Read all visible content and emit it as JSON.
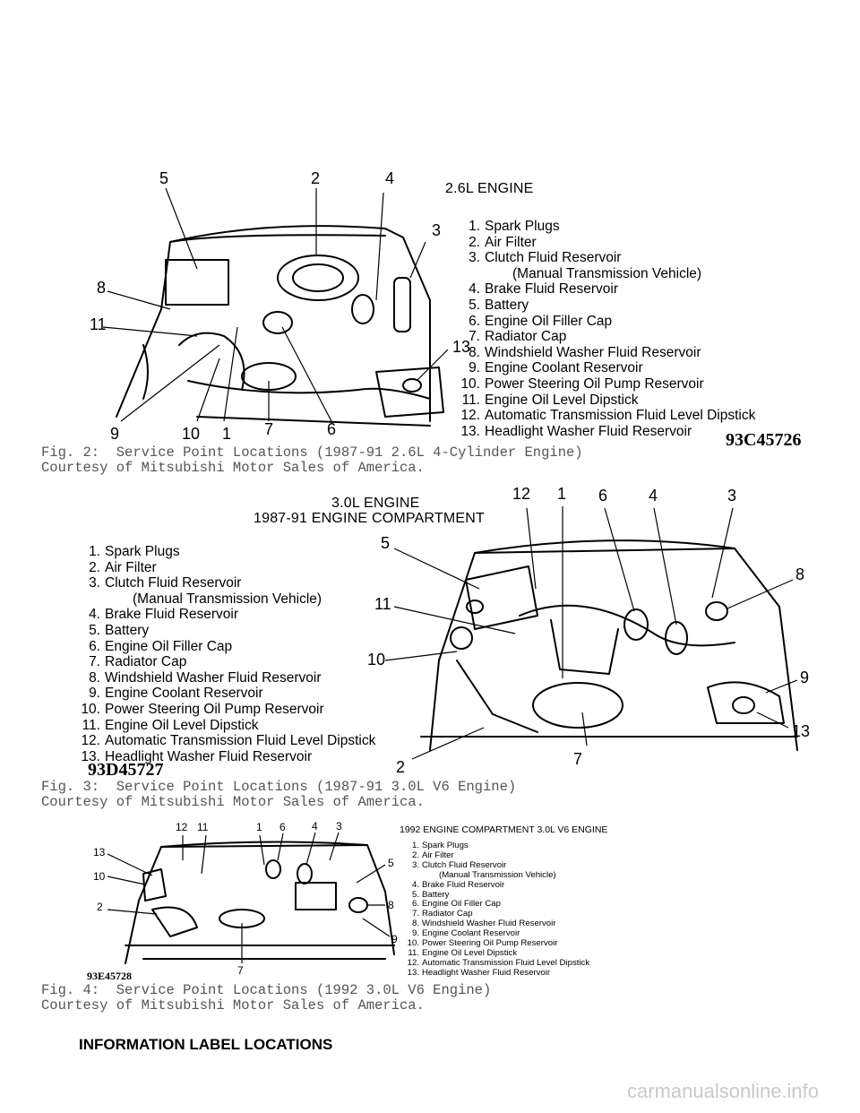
{
  "figures": [
    {
      "engine_title": "2.6L ENGINE",
      "callouts": [
        "5",
        "2",
        "4",
        "3",
        "8",
        "11",
        "13",
        "9",
        "10",
        "1",
        "7",
        "6"
      ],
      "legend": [
        {
          "num": "1.",
          "text": "Spark Plugs"
        },
        {
          "num": "2.",
          "text": "Air Filter"
        },
        {
          "num": "3.",
          "text": "Clutch Fluid Reservoir"
        },
        {
          "num": "",
          "text": "(Manual Transmission Vehicle)"
        },
        {
          "num": "4.",
          "text": "Brake Fluid Reservoir"
        },
        {
          "num": "5.",
          "text": "Battery"
        },
        {
          "num": "6.",
          "text": "Engine Oil Filler Cap"
        },
        {
          "num": "7.",
          "text": "Radiator Cap"
        },
        {
          "num": "8.",
          "text": "Windshield Washer Fluid Reservoir"
        },
        {
          "num": "9.",
          "text": "Engine Coolant Reservoir"
        },
        {
          "num": "10.",
          "text": "Power Steering Oil Pump Reservoir"
        },
        {
          "num": "11.",
          "text": "Engine Oil Level Dipstick"
        },
        {
          "num": "12.",
          "text": "Automatic Transmission Fluid Level Dipstick"
        },
        {
          "num": "13.",
          "text": "Headlight Washer Fluid Reservoir"
        }
      ],
      "code": "93C45726",
      "caption_line1": "Fig. 2:  Service Point Locations (1987-91 2.6L 4-Cylinder Engine)",
      "caption_line2": "Courtesy of Mitsubishi Motor Sales of America."
    },
    {
      "engine_title_line1": "3.0L ENGINE",
      "engine_title_line2": "1987-91 ENGINE COMPARTMENT",
      "callouts": [
        "12",
        "1",
        "6",
        "4",
        "3",
        "5",
        "8",
        "11",
        "10",
        "9",
        "13",
        "2",
        "7"
      ],
      "legend": [
        {
          "num": "1.",
          "text": "Spark Plugs"
        },
        {
          "num": "2.",
          "text": "Air Filter"
        },
        {
          "num": "3.",
          "text": "Clutch Fluid Reservoir"
        },
        {
          "num": "",
          "text": "(Manual Transmission Vehicle)"
        },
        {
          "num": "4.",
          "text": "Brake Fluid Reservoir"
        },
        {
          "num": "5.",
          "text": "Battery"
        },
        {
          "num": "6.",
          "text": "Engine Oil Filler Cap"
        },
        {
          "num": "7.",
          "text": "Radiator Cap"
        },
        {
          "num": "8.",
          "text": "Windshield Washer Fluid Reservoir"
        },
        {
          "num": "9.",
          "text": "Engine Coolant Reservoir"
        },
        {
          "num": "10.",
          "text": "Power Steering Oil Pump Reservoir"
        },
        {
          "num": "11.",
          "text": "Engine Oil Level Dipstick"
        },
        {
          "num": "12.",
          "text": "Automatic Transmission Fluid Level Dipstick"
        },
        {
          "num": "13.",
          "text": "Headlight Washer Fluid Reservoir"
        }
      ],
      "code": "93D45727",
      "caption_line1": "Fig. 3:  Service Point Locations (1987-91 3.0L V6 Engine)",
      "caption_line2": "Courtesy of Mitsubishi Motor Sales of America."
    },
    {
      "engine_title": "1992 ENGINE COMPARTMENT 3.0L V6 ENGINE",
      "callouts": [
        "12",
        "11",
        "1",
        "6",
        "4",
        "3",
        "13",
        "10",
        "2",
        "5",
        "8",
        "9",
        "7"
      ],
      "legend": [
        {
          "num": "1.",
          "text": "Spark Plugs"
        },
        {
          "num": "2.",
          "text": "Air Filter"
        },
        {
          "num": "3.",
          "text": "Clutch Fluid Reservoir"
        },
        {
          "num": "",
          "text": "(Manual Transmission Vehicle)"
        },
        {
          "num": "4.",
          "text": "Brake Fluid Reservoir"
        },
        {
          "num": "5.",
          "text": "Battery"
        },
        {
          "num": "6.",
          "text": "Engine Oil Filler Cap"
        },
        {
          "num": "7.",
          "text": "Radiator Cap"
        },
        {
          "num": "8.",
          "text": "Windshield Washer Fluid Reservoir"
        },
        {
          "num": "9.",
          "text": "Engine Coolant Reservoir"
        },
        {
          "num": "10.",
          "text": "Power Steering Oil Pump Reservoir"
        },
        {
          "num": "11.",
          "text": "Engine Oil Level Dipstick"
        },
        {
          "num": "12.",
          "text": "Automatic Transmission Fluid Level Dipstick"
        },
        {
          "num": "13.",
          "text": "Headlight Washer Fluid Reservoir"
        }
      ],
      "code": "93E45728",
      "caption_line1": "Fig. 4:  Service Point Locations (1992 3.0L V6 Engine)",
      "caption_line2": "Courtesy of Mitsubishi Motor Sales of America."
    }
  ],
  "section_heading": "INFORMATION LABEL LOCATIONS",
  "watermark": "carmanualsonline.info"
}
